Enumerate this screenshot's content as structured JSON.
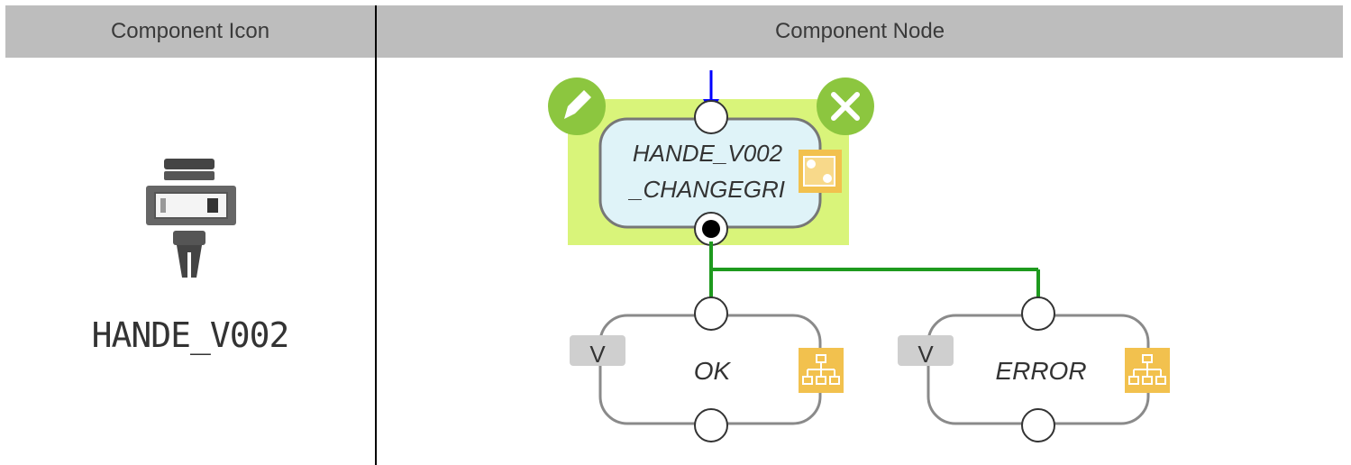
{
  "table": {
    "headers": [
      "Component Icon",
      "Component Node"
    ]
  },
  "component_icon": {
    "icon": "gripper-device-icon",
    "label": "HANDE_V002"
  },
  "component_node": {
    "main_node": {
      "title_line1": "HANDE_V002",
      "title_line2": "_CHANGEGRI",
      "edit_icon": "pencil-icon",
      "delete_icon": "close-icon",
      "type_icon": "component-settings-icon",
      "selection_color": "#d9f47a",
      "fill_color": "#dff3f8"
    },
    "outputs": [
      {
        "label": "OK",
        "badge": "V",
        "icon": "hierarchy-icon"
      },
      {
        "label": "ERROR",
        "badge": "V",
        "icon": "hierarchy-icon"
      }
    ],
    "colors": {
      "input_arrow": "#0000ff",
      "output_arrows": "#1e9a1e",
      "action_buttons": "#8cc63f",
      "orange_icons": "#f2c14e"
    }
  }
}
